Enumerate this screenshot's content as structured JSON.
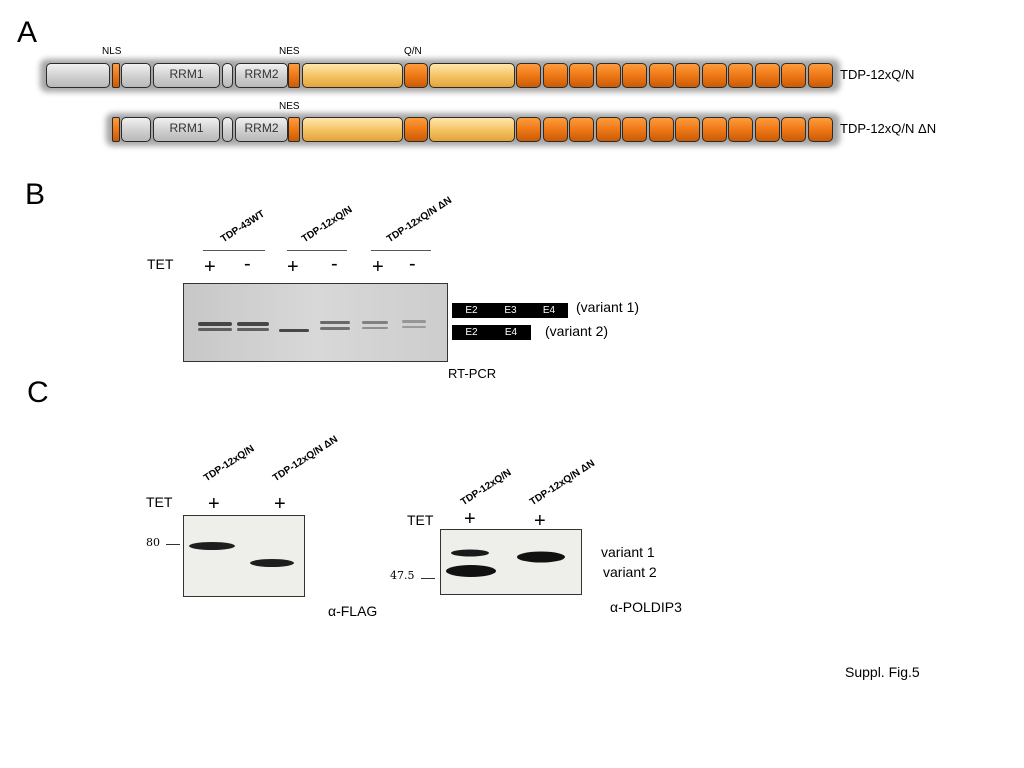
{
  "panels": {
    "a": "A",
    "b": "B",
    "c": "C"
  },
  "panel_a": {
    "domain_labels": {
      "nls": "NLS",
      "nes_top": "NES",
      "qn": "Q/N",
      "nes_bottom": "NES"
    },
    "rrm1": "RRM1",
    "rrm2": "RRM2",
    "constructs": [
      "TDP-12xQ/N",
      "TDP-12xQ/N ΔN"
    ]
  },
  "panel_b": {
    "samples": [
      "TDP-43WT",
      "TDP-12xQ/N",
      "TDP-12xQ/N ΔN"
    ],
    "tet_label": "TET",
    "tet_signs": [
      "+",
      "-",
      "+",
      "-",
      "+",
      "-"
    ],
    "variant1_exons": [
      "E2",
      "E3",
      "E4"
    ],
    "variant2_exons": [
      "E2",
      "E4"
    ],
    "variant1_label": "(variant 1)",
    "variant2_label": "(variant 2)",
    "method": "RT-PCR"
  },
  "panel_c": {
    "left_blot": {
      "samples": [
        "TDP-12xQ/N",
        "TDP-12xQ/N ΔN"
      ],
      "tet_label": "TET",
      "tet_signs": [
        "+",
        "+"
      ],
      "marker": "80",
      "antibody": "α-FLAG"
    },
    "right_blot": {
      "samples": [
        "TDP-12xQ/N",
        "TDP-12xQ/N ΔN"
      ],
      "tet_label": "TET",
      "tet_signs": [
        "+",
        "+"
      ],
      "marker": "47.5",
      "bands": [
        "variant 1",
        "variant 2"
      ],
      "antibody": "α-POLDIP3"
    }
  },
  "figure_label": "Suppl. Fig.5"
}
